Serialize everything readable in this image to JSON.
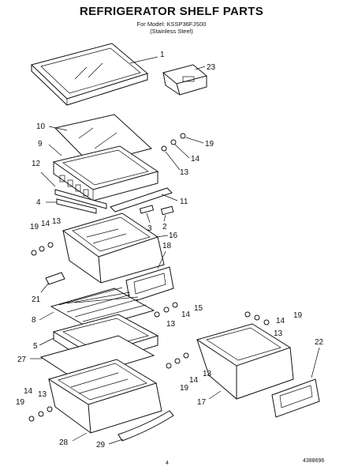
{
  "header": {
    "title": "REFRIGERATOR SHELF PARTS",
    "model_line": "For Model: KSSP36FJS00",
    "variant_line": "(Stainless Steel)"
  },
  "callouts": [
    "1",
    "23",
    "10",
    "9",
    "19",
    "14",
    "13",
    "12",
    "4",
    "11",
    "3",
    "2",
    "19",
    "14",
    "13",
    "16",
    "18",
    "21",
    "8",
    "15",
    "14",
    "13",
    "19",
    "14",
    "13",
    "5",
    "27",
    "22",
    "19",
    "14",
    "13",
    "17",
    "14",
    "13",
    "19",
    "28",
    "29"
  ],
  "footer": {
    "page": "4",
    "doc_number": "4388696"
  }
}
